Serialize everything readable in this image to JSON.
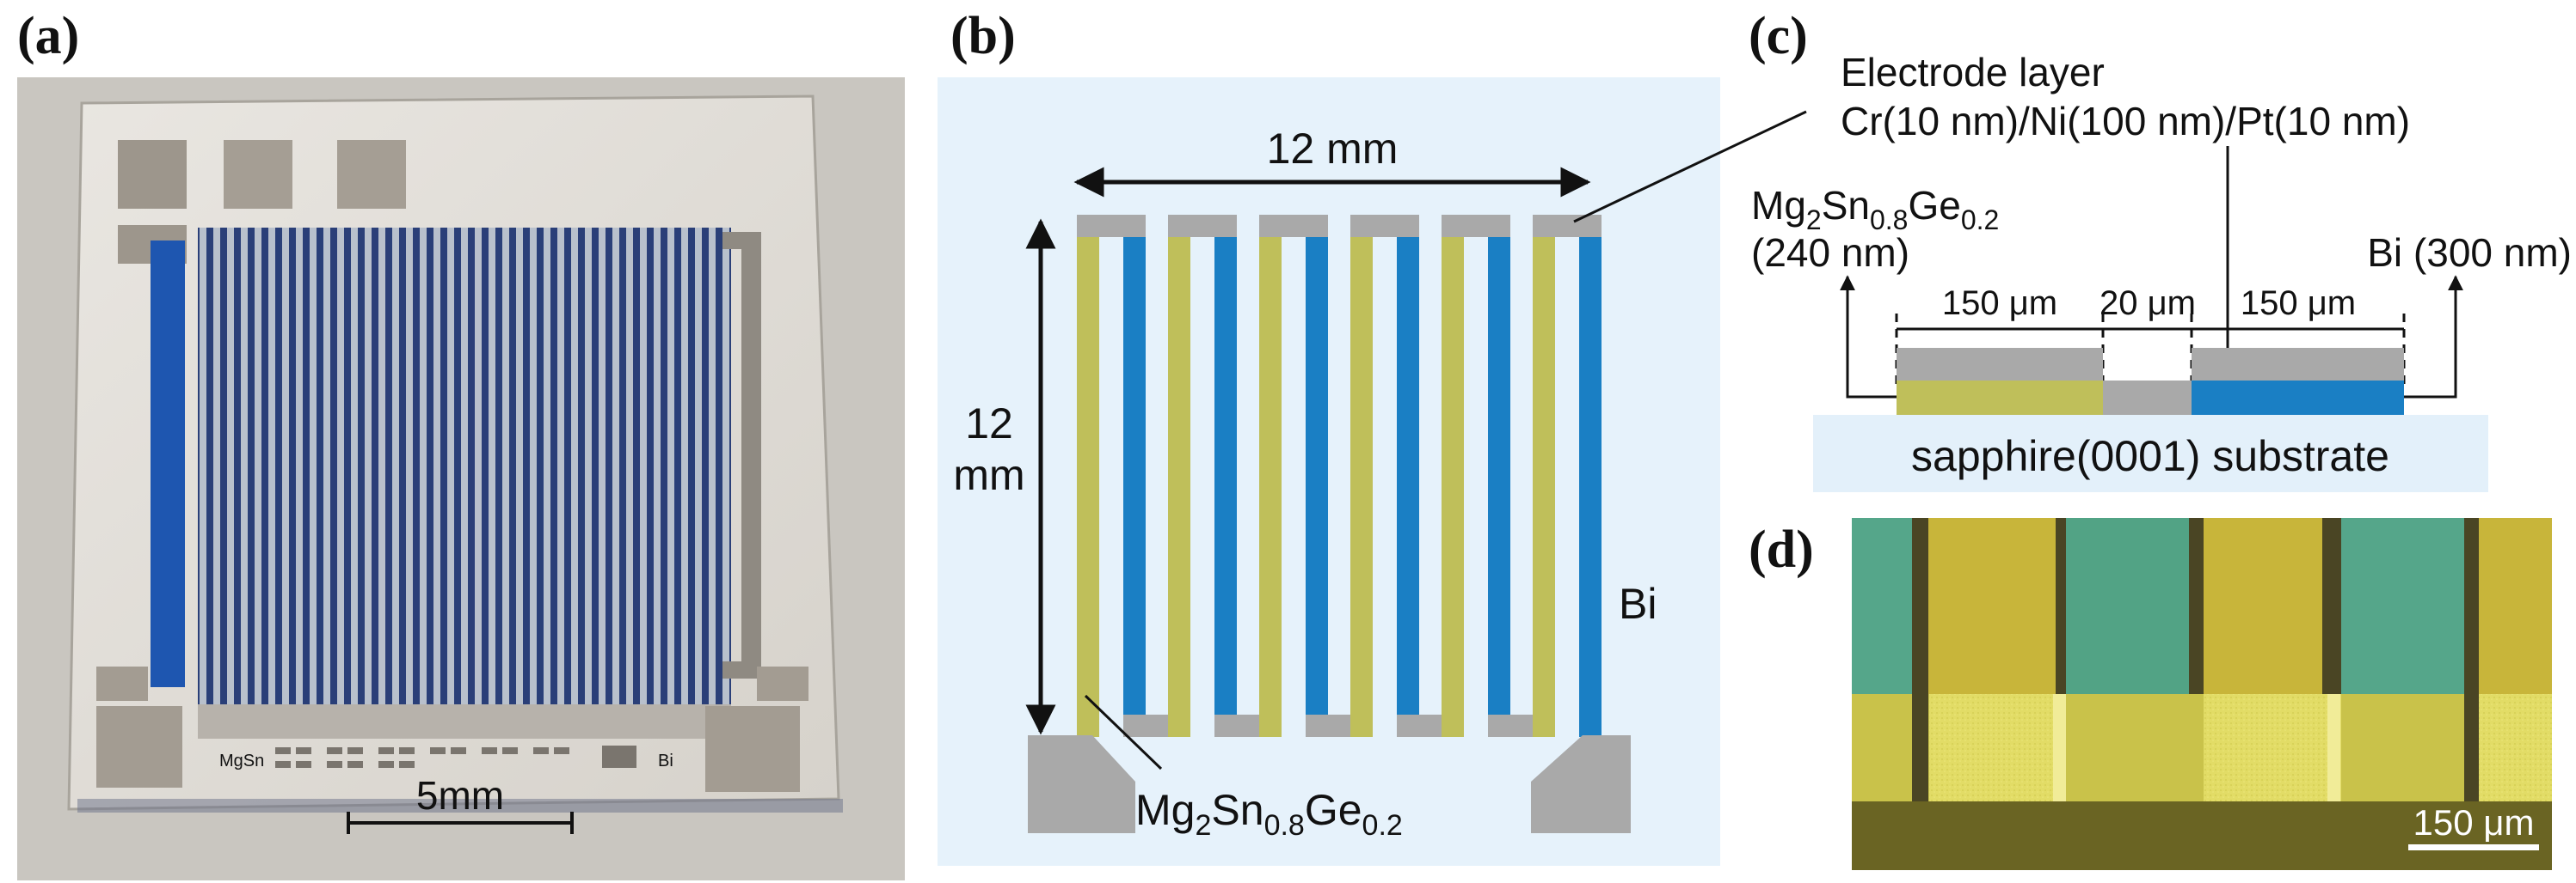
{
  "panels": {
    "a": {
      "label": "(a)",
      "scalebar": "5mm",
      "chip_text_left": "MgSn",
      "chip_text_right": "Bi"
    },
    "b": {
      "label": "(b)",
      "width_dim": "12 mm",
      "height_dim_line1": "12",
      "height_dim_line2": "mm",
      "bi_label": "Bi",
      "mgsnge": {
        "base": "Mg",
        "s1": "2",
        "el1": "Sn",
        "s2": "0.8",
        "el2": "Ge",
        "s3": "0.2"
      }
    },
    "c": {
      "label": "(c)",
      "electrode_line1": "Electrode layer",
      "electrode_line2": "Cr(10 nm)/Ni(100 nm)/Pt(10 nm)",
      "mgsnge": {
        "base": "Mg",
        "s1": "2",
        "el1": "Sn",
        "s2": "0.8",
        "el2": "Ge",
        "s3": "0.2"
      },
      "mgsnge_thickness": "(240 nm)",
      "bi_thickness": "Bi (300 nm)",
      "dim_left": "150 μm",
      "dim_gap": "20 μm",
      "dim_right": "150 μm",
      "substrate": "sapphire(0001) substrate"
    },
    "d": {
      "label": "(d)",
      "scalebar": "150 μm"
    }
  },
  "colors": {
    "mgsnge": "#bfbf5a",
    "bi": "#1a7fc4",
    "electrode": "#a9a9a9",
    "panel_b_bg": "#e6f2fb",
    "substrate": "#e3f0fa"
  }
}
